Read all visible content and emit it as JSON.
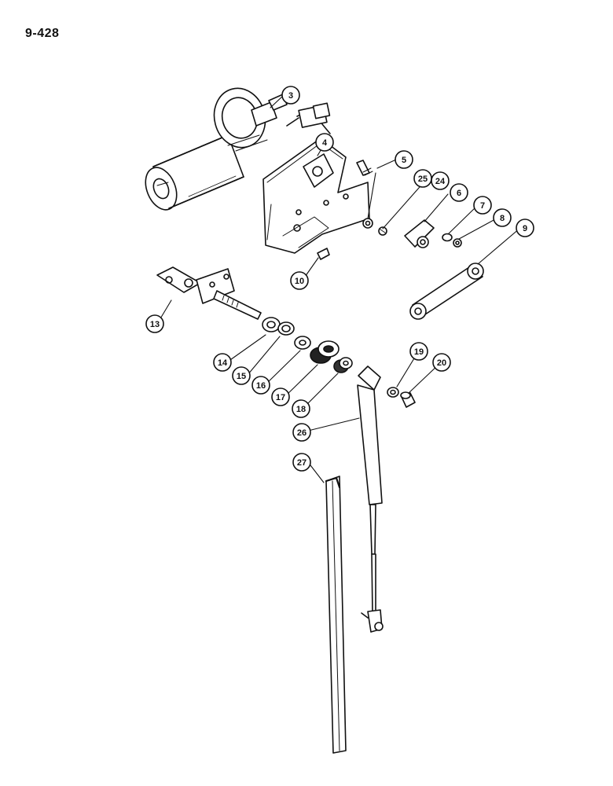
{
  "page_number": "9-428",
  "callouts": [
    {
      "label": "3"
    },
    {
      "label": "4"
    },
    {
      "label": "5"
    },
    {
      "label": "25"
    },
    {
      "label": "24"
    },
    {
      "label": "6"
    },
    {
      "label": "7"
    },
    {
      "label": "8"
    },
    {
      "label": "9"
    },
    {
      "label": "10"
    },
    {
      "label": "13"
    },
    {
      "label": "14"
    },
    {
      "label": "15"
    },
    {
      "label": "16"
    },
    {
      "label": "17"
    },
    {
      "label": "18"
    },
    {
      "label": "19"
    },
    {
      "label": "20"
    },
    {
      "label": "26"
    },
    {
      "label": "27"
    }
  ],
  "colors": {
    "ink": "#111111",
    "paper": "#ffffff"
  }
}
